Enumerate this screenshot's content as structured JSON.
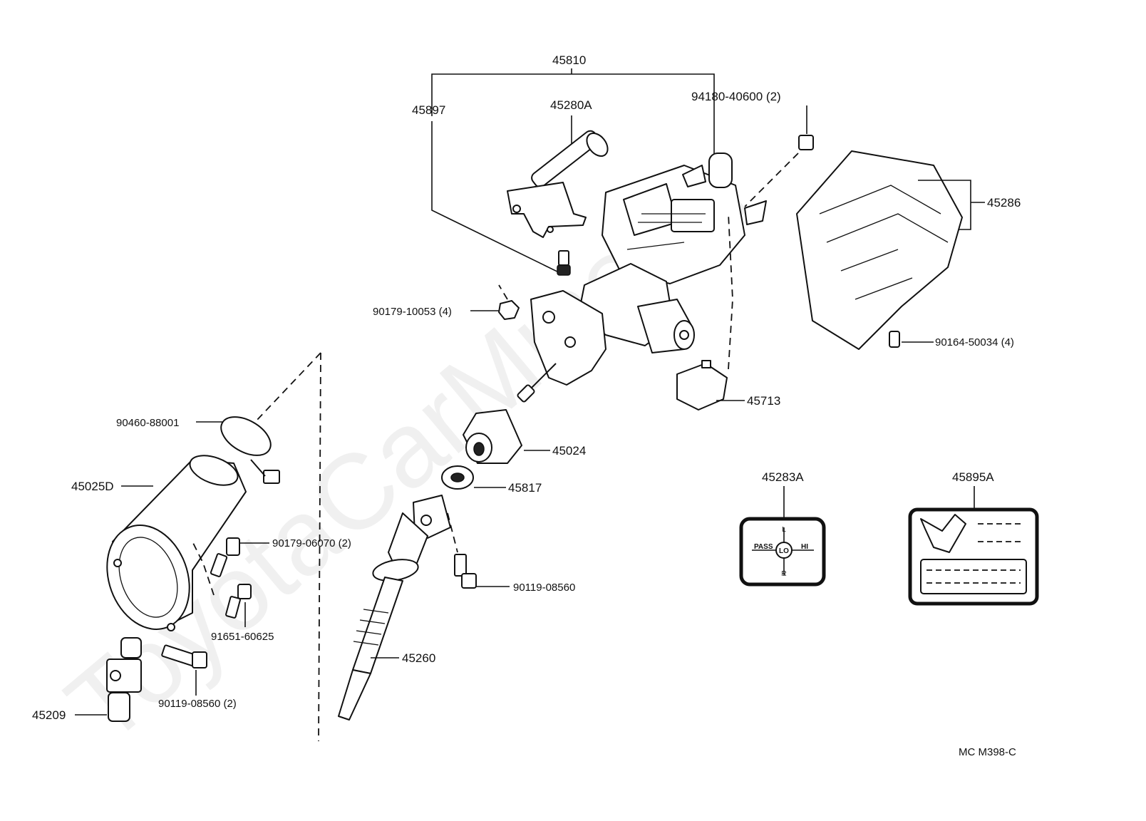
{
  "watermark": "ToyotaCarMine.ru",
  "diagram_code": "MC M398-C",
  "labels": {
    "p45810": "45810",
    "p45897": "45897",
    "p45280A": "45280A",
    "p94180": "94180-40600 (2)",
    "p45286": "45286",
    "p90179_10053": "90179-10053 (4)",
    "p90164": "90164-50034 (4)",
    "p45713": "45713",
    "p90460": "90460-88001",
    "p45024": "45024",
    "p45025D": "45025D",
    "p45817": "45817",
    "p90179_06070": "90179-06070 (2)",
    "p90119_a": "90119-08560",
    "p91651": "91651-60625",
    "p45260": "45260",
    "p45209": "45209",
    "p90119_b": "90119-08560 (2)",
    "p45283A": "45283A",
    "p45895A": "45895A"
  },
  "switch_plate": {
    "top": "L",
    "left": "PASS",
    "center": "LO",
    "right": "HI",
    "bottom": "R"
  }
}
